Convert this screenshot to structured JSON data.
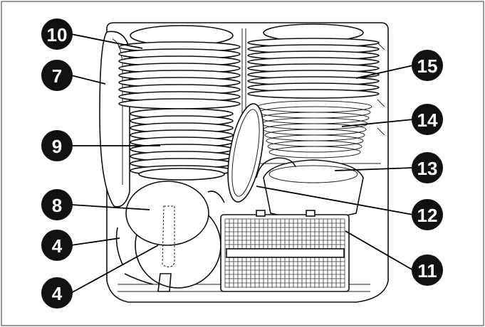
{
  "callouts": [
    {
      "id": "c10",
      "label": "10"
    },
    {
      "id": "c7",
      "label": "7"
    },
    {
      "id": "c9",
      "label": "9"
    },
    {
      "id": "c8",
      "label": "8"
    },
    {
      "id": "c4a",
      "label": "4"
    },
    {
      "id": "c4b",
      "label": "4"
    },
    {
      "id": "c15",
      "label": "15"
    },
    {
      "id": "c14",
      "label": "14"
    },
    {
      "id": "c13",
      "label": "13"
    },
    {
      "id": "c12",
      "label": "12"
    },
    {
      "id": "c11",
      "label": "11"
    }
  ]
}
